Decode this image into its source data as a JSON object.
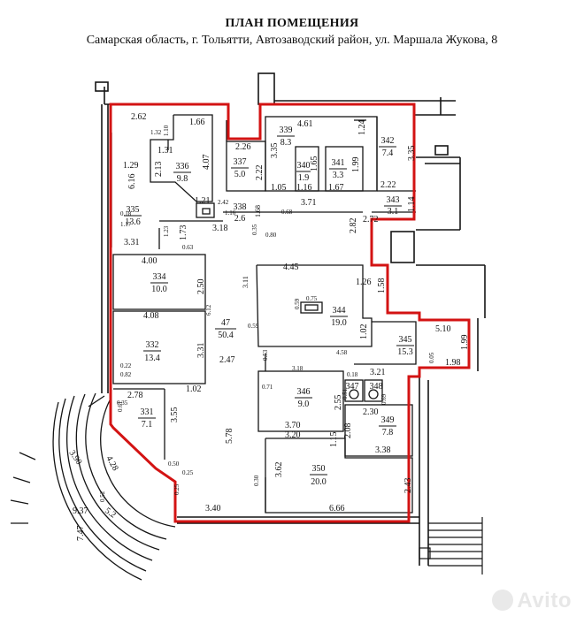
{
  "header": {
    "title": "ПЛАН ПОМЕЩЕНИЯ",
    "address": "Самарская область, г. Тольятти, Автозаводский район, ул. Маршала Жукова, 8"
  },
  "rooms": [
    {
      "id": "336",
      "area": "9.8"
    },
    {
      "id": "335",
      "area": "13.6"
    },
    {
      "id": "337",
      "area": "5.0"
    },
    {
      "id": "339",
      "area": "8.3"
    },
    {
      "id": "340",
      "area": "1.9"
    },
    {
      "id": "341",
      "area": "3.3"
    },
    {
      "id": "342",
      "area": "7.4"
    },
    {
      "id": "343",
      "area": "3.1"
    },
    {
      "id": "338",
      "area": "2.6"
    },
    {
      "id": "334",
      "area": "10.0"
    },
    {
      "id": "47",
      "area": "50.4"
    },
    {
      "id": "344",
      "area": "19.0"
    },
    {
      "id": "345",
      "area": "15.3"
    },
    {
      "id": "332",
      "area": "13.4"
    },
    {
      "id": "346",
      "area": "9.0"
    },
    {
      "id": "347",
      "area": ""
    },
    {
      "id": "348",
      "area": ""
    },
    {
      "id": "349",
      "area": "7.8"
    },
    {
      "id": "331",
      "area": "7.1"
    },
    {
      "id": "350",
      "area": "20.0"
    }
  ],
  "dimensions": [
    "2.62",
    "1.66",
    "1.32",
    "1.10",
    "1.31",
    "2.13",
    "4.07",
    "1.29",
    "6.16",
    "1.21",
    "0.18",
    "1.17",
    "1.23",
    "1.73",
    "3.31",
    "0.63",
    "3.18",
    "2.26",
    "2.22",
    "4.61",
    "3.35",
    "1.24",
    "3.35",
    "1.99",
    "1.65",
    "1.05",
    "1.16",
    "1.67",
    "3.71",
    "2.22",
    "1.14",
    "2.42",
    "1.16",
    "1.68",
    "0.68",
    "0.35",
    "0.80",
    "2.82",
    "2.72",
    "4.00",
    "2.50",
    "4.45",
    "1.26",
    "1.58",
    "3.11",
    "0.75",
    "0.59",
    "4.08",
    "6.12",
    "0.59",
    "1.02",
    "5.10",
    "4.58",
    "1.99",
    "1.98",
    "0.05",
    "0.53",
    "3.18",
    "3.21",
    "0.22",
    "0.82",
    "3.31",
    "2.47",
    "1.02",
    "0.71",
    "2.55",
    "0.18",
    "0.51",
    "0.69",
    "2.30",
    "2.08",
    "2.78",
    "3.55",
    "3.70",
    "3.20",
    "1.15",
    "3.38",
    "5.78",
    "4.28",
    "3.90",
    "0.61",
    "0.35",
    "0.50",
    "0.25",
    "3.62",
    "0.30",
    "0.25",
    "3.40",
    "6.66",
    "2.43",
    "9.37",
    "5.2",
    "7.47",
    "0.52"
  ],
  "watermark": "Avito",
  "colors": {
    "outline": "#d31313",
    "line": "#151515"
  }
}
